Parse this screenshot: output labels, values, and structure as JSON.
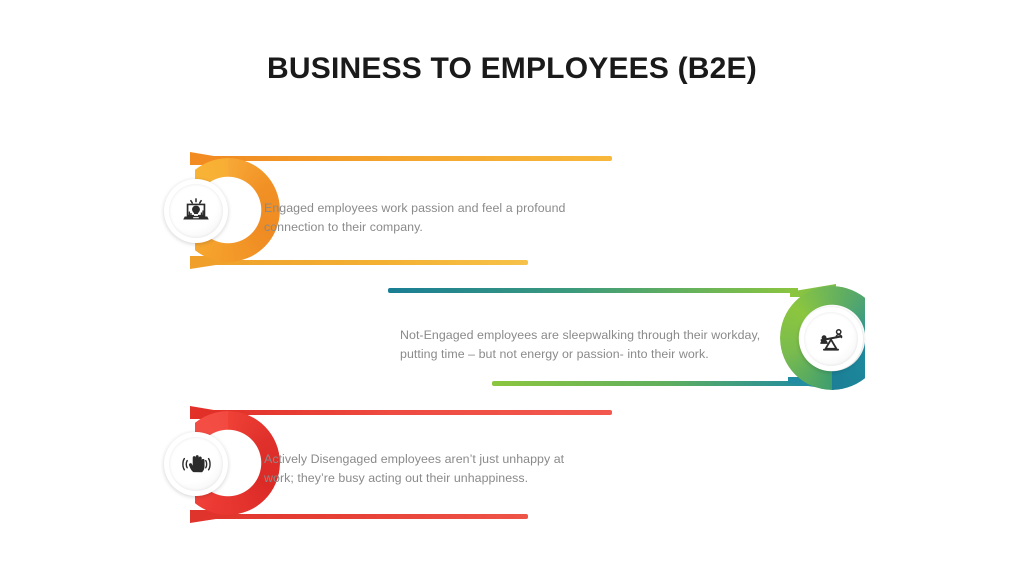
{
  "slide": {
    "title": "BUSINESS TO EMPLOYEES (B2E)",
    "background_color": "#ffffff"
  },
  "blocks": [
    {
      "id": "engaged",
      "index": "1",
      "text": "Engaged employees work passion and feel a profound connection to their company.",
      "icon": "laptop-idea-icon",
      "accent_color": "#f08a22",
      "accent_color_secondary": "#f7b83b",
      "side": "left"
    },
    {
      "id": "not-engaged",
      "index": "2",
      "text": "Not-Engaged employees are sleepwalking through their workday, putting time – but not energy or passion- into their work.",
      "icon": "person-seesaw-icon",
      "accent_color": "#1a7e95",
      "accent_color_secondary": "#8cc63f",
      "side": "right"
    },
    {
      "id": "actively-disengaged",
      "index": "3",
      "text": "Actively Disengaged employees aren’t just unhappy at work; they’re busy acting out their unhappiness.",
      "icon": "raised-hand-icon",
      "accent_color": "#e02f27",
      "accent_color_secondary": "#f2584e",
      "side": "left"
    }
  ]
}
